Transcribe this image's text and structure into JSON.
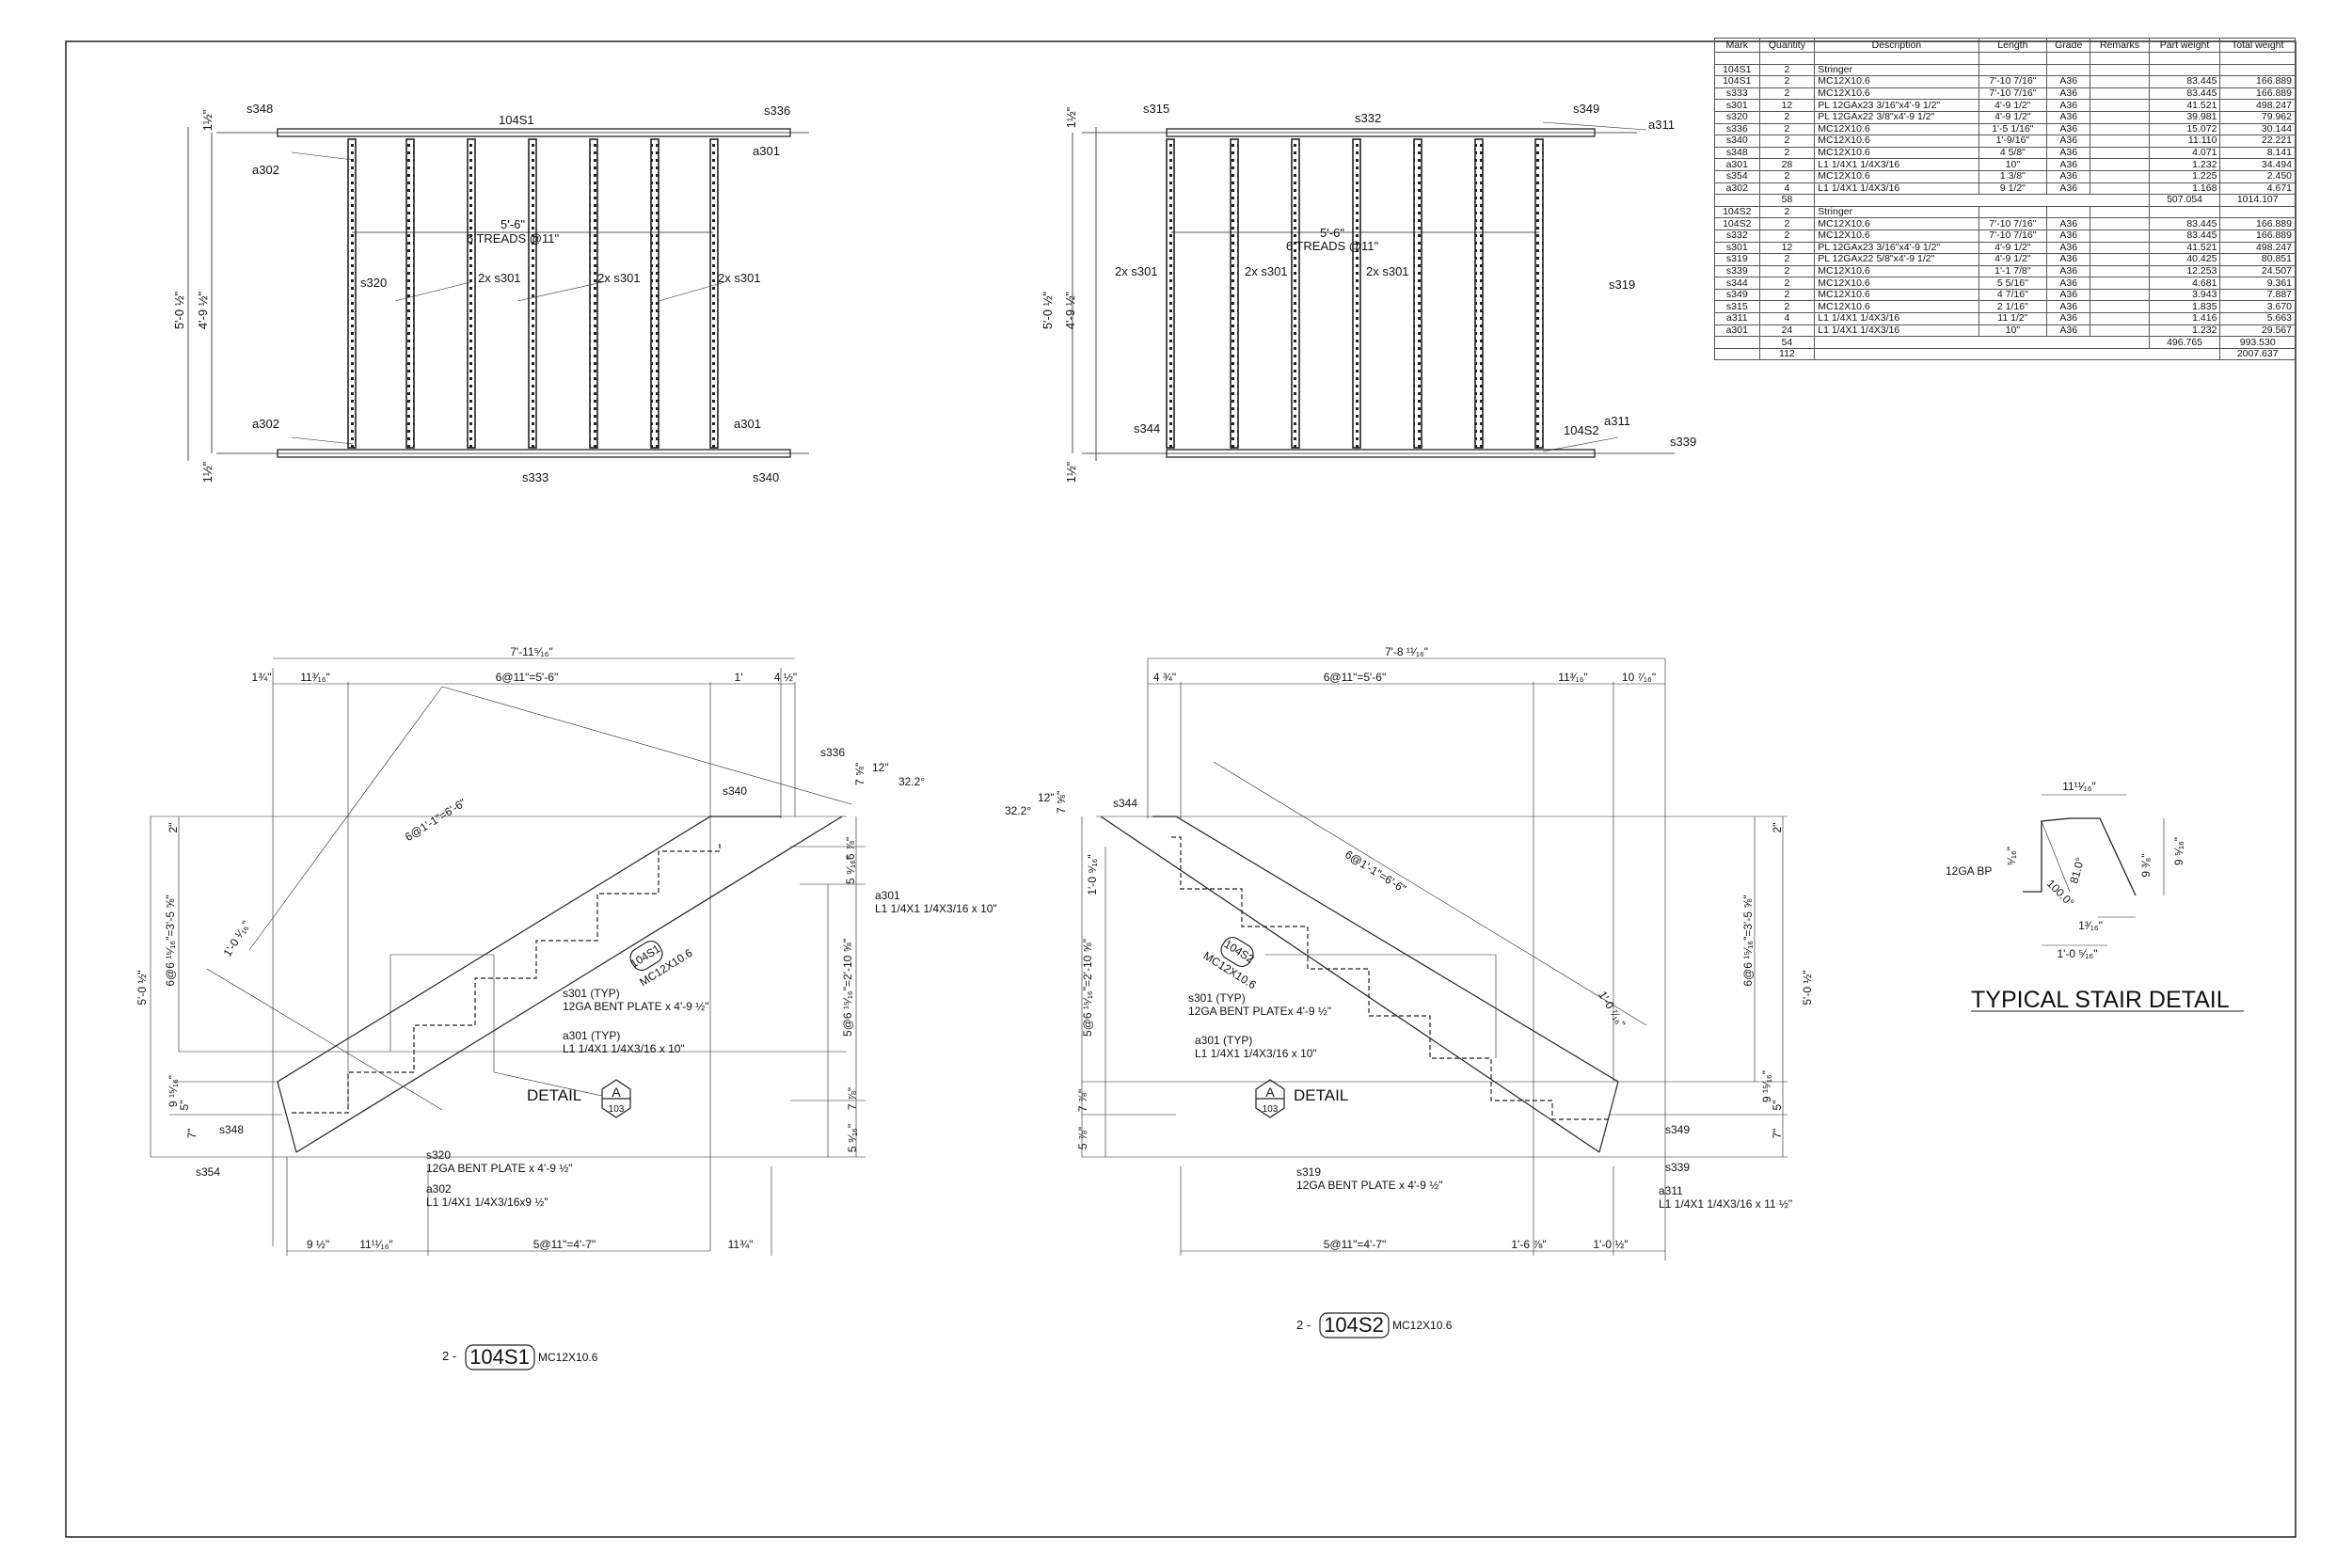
{
  "bom": {
    "headers": [
      "Mark",
      "Quantity",
      "Description",
      "Length",
      "Grade",
      "Remarks",
      "Part weight",
      "Total weight"
    ],
    "groups": [
      {
        "head": {
          "mark": "104S1",
          "qty": "2",
          "desc": "Stringer"
        },
        "rows": [
          [
            "104S1",
            "2",
            "MC12X10.6",
            "7'-10 7/16\"",
            "A36",
            "",
            "83.445",
            "166.889"
          ],
          [
            "s333",
            "2",
            "MC12X10.6",
            "7'-10 7/16\"",
            "A36",
            "",
            "83.445",
            "166.889"
          ],
          [
            "s301",
            "12",
            "PL 12GAx23 3/16\"x4'-9 1/2\"",
            "4'-9 1/2\"",
            "A36",
            "",
            "41.521",
            "498.247"
          ],
          [
            "s320",
            "2",
            "PL 12GAx22 3/8\"x4'-9 1/2\"",
            "4'-9 1/2\"",
            "A36",
            "",
            "39.981",
            "79.962"
          ],
          [
            "s336",
            "2",
            "MC12X10.6",
            "1'-5 1/16\"",
            "A36",
            "",
            "15.072",
            "30.144"
          ],
          [
            "s340",
            "2",
            "MC12X10.6",
            "1'-9/16\"",
            "A36",
            "",
            "11.110",
            "22.221"
          ],
          [
            "s348",
            "2",
            "MC12X10.6",
            "4 5/8\"",
            "A36",
            "",
            "4.071",
            "8.141"
          ],
          [
            "a301",
            "28",
            "L1 1/4X1 1/4X3/16",
            "10\"",
            "A36",
            "",
            "1.232",
            "34.494"
          ],
          [
            "s354",
            "2",
            "MC12X10.6",
            "1 3/8\"",
            "A36",
            "",
            "1.225",
            "2.450"
          ],
          [
            "a302",
            "4",
            "L1 1/4X1 1/4X3/16",
            "9 1/2\"",
            "A36",
            "",
            "1.168",
            "4.671"
          ]
        ],
        "subtotal": {
          "qty": "58",
          "part": "507.054",
          "total": "1014.107"
        }
      },
      {
        "head": {
          "mark": "104S2",
          "qty": "2",
          "desc": "Stringer"
        },
        "rows": [
          [
            "104S2",
            "2",
            "MC12X10.6",
            "7'-10 7/16\"",
            "A36",
            "",
            "83.445",
            "166.889"
          ],
          [
            "s332",
            "2",
            "MC12X10.6",
            "7'-10 7/16\"",
            "A36",
            "",
            "83.445",
            "166.889"
          ],
          [
            "s301",
            "12",
            "PL 12GAx23 3/16\"x4'-9 1/2\"",
            "4'-9 1/2\"",
            "A36",
            "",
            "41.521",
            "498.247"
          ],
          [
            "s319",
            "2",
            "PL 12GAx22 5/8\"x4'-9 1/2\"",
            "4'-9 1/2\"",
            "A36",
            "",
            "40.425",
            "80.851"
          ],
          [
            "s339",
            "2",
            "MC12X10.6",
            "1'-1 7/8\"",
            "A36",
            "",
            "12.253",
            "24.507"
          ],
          [
            "s344",
            "2",
            "MC12X10.6",
            "5 5/16\"",
            "A36",
            "",
            "4.681",
            "9.361"
          ],
          [
            "s349",
            "2",
            "MC12X10.6",
            "4 7/16\"",
            "A36",
            "",
            "3.943",
            "7.887"
          ],
          [
            "s315",
            "2",
            "MC12X10.6",
            "2 1/16\"",
            "A36",
            "",
            "1.835",
            "3.670"
          ],
          [
            "a311",
            "4",
            "L1 1/4X1 1/4X3/16",
            "11 1/2\"",
            "A36",
            "",
            "1.416",
            "5.663"
          ],
          [
            "a301",
            "24",
            "L1 1/4X1 1/4X3/16",
            "10\"",
            "A36",
            "",
            "1.232",
            "29.567"
          ]
        ],
        "subtotal": {
          "qty": "54",
          "part": "496.765",
          "total": "993.530"
        }
      }
    ],
    "grand": {
      "qty": "112",
      "total": "2007.637"
    }
  },
  "plan1": {
    "top_stringer": "104S1",
    "bottom_stringer": "s333",
    "tl": "s348",
    "tr": "s336",
    "trc": "a301",
    "tlc": "a302",
    "blc": "a302",
    "brc": "a301",
    "br": "s340",
    "dim_w": "5'-6\"",
    "treads": "6 TREADS @11\"",
    "side": "s320",
    "plate": "2x s301",
    "h1": "5'-0 ½\"",
    "h2": "4'-9 ½\"",
    "e1": "1½\"",
    "e2": "1½\""
  },
  "plan2": {
    "top_stringer": "s332",
    "bottom_stringer": "104S2",
    "tl": "s315",
    "tr": "s349",
    "trc": "a311",
    "bl": "s344",
    "brc": "a311",
    "br": "s339",
    "dim_w": "5'-6\"",
    "treads": "6 TREADS @11\"",
    "side": "s319",
    "plate": "2x s301",
    "h1": "5'-0 ½\"",
    "h2": "4'-9 ½\"",
    "e1": "1½\"",
    "e2": "1½\""
  },
  "elev1": {
    "overall": "7'-11⁵⁄₁₆\"",
    "d1": "1¾\"",
    "d2": "11³⁄₁₆\"",
    "d3": "6@11\"=5'-6\"",
    "d4": "1'",
    "d5": "4 ½\"",
    "slope": "6@1'-1\"=6'-6\"",
    "dtop": "1'-0 ¹⁄₁₆\"",
    "ang_run": "12\"",
    "ang_rise": "7 ⅝\"",
    "angle": "32.2°",
    "h_total": "5'-0 ½\"",
    "h_r1": "6@6 ¹⁵⁄₁₆\"=3'-5 ⅝\"",
    "h_r2": "5@6 ¹⁵⁄₁₆\"=2'-10 ⅝\"",
    "r_a": "6 ⅞\"",
    "r_b": "5 ⁹⁄₁₆\"",
    "r_c": "7 ⅞\"",
    "r_d": "5 ⁹⁄₁₆\"",
    "l_a": "9 ¹⁵⁄₁₆\"",
    "l_b": "5\"",
    "l_c": "7\"",
    "top_t": "2\"",
    "s336": "s336",
    "s340": "s340",
    "a301_1": "a301",
    "a301_2": "L1 1/4X1 1/4X3/16 x 10\"",
    "mark": "104S1",
    "mark_sec": "MC12X10.6",
    "s301_1": "s301 (TYP)",
    "s301_2": "12GA BENT PLATE x 4'-9 ½\"",
    "a301t_1": "a301 (TYP)",
    "a301t_2": "L1 1/4X1 1/4X3/16 x 10\"",
    "detail": "DETAIL",
    "detail_letter": "A",
    "detail_sheet": "103",
    "s348": "s348",
    "s354": "s354",
    "s320_1": "s320",
    "s320_2": "12GA BENT PLATE x 4'-9 ½\"",
    "a302_1": "a302",
    "a302_2": "L1 1/4X1 1/4X3/16x9 ½\"",
    "b1": "9 ½\"",
    "b2": "11¹¹⁄₁₆\"",
    "b3": "5@11\"=4'-7\"",
    "b4": "11¾\"",
    "qty": "2 -",
    "title": "104S1",
    "section": "MC12X10.6"
  },
  "elev2": {
    "overall": "7'-8 ¹¹⁄₁₆\"",
    "d1": "4 ¾\"",
    "d2": "6@11\"=5'-6\"",
    "d3": "11³⁄₁₆\"",
    "d4": "10 ⁷⁄₁₆\"",
    "slope": "6@1'-1\"=6'-6\"",
    "ang_run": "12\"",
    "ang_rise": "7 ⅝\"",
    "angle": "32.2°",
    "s344": "s344",
    "dl": "1'-0 ⁹⁄₁₆\"",
    "dr": "1'-0 ⁷⁄₁₆\"",
    "h_total": "5'-0 ½\"",
    "h_r1": "6@6 ¹⁵⁄₁₆\"=3'-5 ⅝\"",
    "h_r2": "5@6 ¹⁵⁄₁₆\"=2'-10 ⅝\"",
    "l_a": "7 ⅞\"",
    "l_b": "5 ⅞\"",
    "r_a": "9 ¹⁵⁄₁₆\"",
    "r_b": "5\"",
    "r_c": "7\"",
    "top_t": "2\"",
    "mark": "104S2",
    "mark_sec": "MC12X10.6",
    "s301_1": "s301 (TYP)",
    "s301_2": "12GA BENT PLATEx 4'-9 ½\"",
    "a301t_1": "a301 (TYP)",
    "a301t_2": "L1 1/4X1 1/4X3/16 x 10\"",
    "detail": "DETAIL",
    "detail_letter": "A",
    "detail_sheet": "103",
    "s349": "s349",
    "s339": "s339",
    "s319_1": "s319",
    "s319_2": "12GA BENT PLATE x 4'-9 ½\"",
    "a311_1": "a311",
    "a311_2": "L1 1/4X1 1/4X3/16 x 11 ½\"",
    "b1": "5@11\"=4'-7\"",
    "b2": "1'-6 ⅞\"",
    "b3": "1'-0 ½\"",
    "qty": "2 -",
    "title": "104S2",
    "section": "MC12X10.6"
  },
  "detail": {
    "top": "11¹¹⁄₁₆\"",
    "small": "⁵⁄₁₆\"",
    "bp": "12GA BP",
    "a1": "100.0°",
    "a2": "81.0°",
    "h": "9 ³⁄₈\"",
    "slant": "9 ⁵⁄₁₆\"",
    "b1": "1³⁄₁₆\"",
    "b2": "1'-0 ⁵⁄₁₆\"",
    "title": "TYPICAL STAIR DETAIL"
  }
}
